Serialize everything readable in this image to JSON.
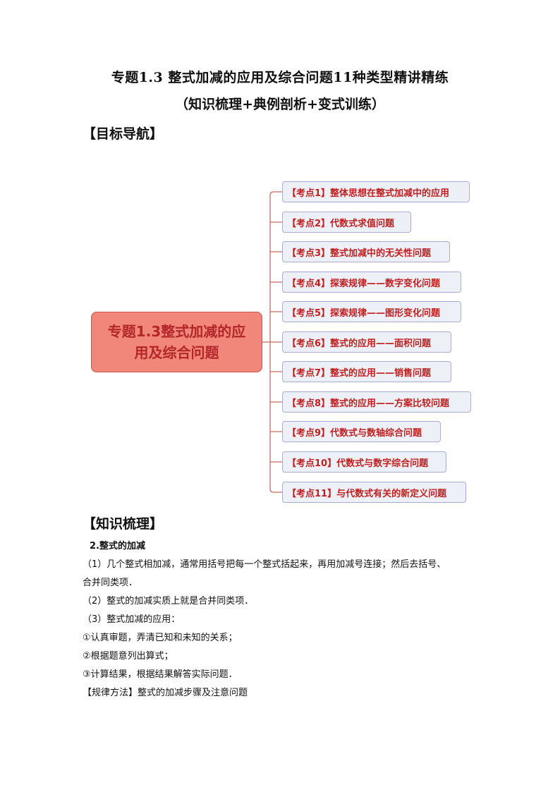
{
  "doc": {
    "title": "专题1.3 整式加减的应用及综合问题11种类型精讲精练",
    "subtitle": "（知识梳理+典例剖析+变式训练）",
    "nav_heading": "【目标导航】",
    "knowledge_heading": "【知识梳理】"
  },
  "mindmap": {
    "center": "专题1.3整式加减的应用及综合问题",
    "branches": [
      "【考点1】整体思想在整式加减中的应用",
      "【考点2】代数式求值问题",
      "【考点3】整式加减中的无关性问题",
      "【考点4】探索规律——数字变化问题",
      "【考点5】探索规律——图形变化问题",
      "【考点6】整式的应用——面积问题",
      "【考点7】整式的应用——销售问题",
      "【考点8】整式的应用——方案比较问题",
      "【考点9】代数式与数轴综合问题",
      "【考点10】代数式与数字综合问题",
      "【考点11】与代数式有关的新定义问题"
    ]
  },
  "knowledge": {
    "heading": "2.整式的加减",
    "line1": "（1）几个整式相加减，通常用括号把每一个整式括起来，再用加减号连接；然后去括号、",
    "line2": "合并同类项．",
    "line3": "（2）整式的加减实质上就是合并同类项．",
    "line4": "（3）整式加减的应用：",
    "line5": "①认真审题，弄清已知和未知的关系；",
    "line6": "②根据题意列出算式；",
    "line7": "③计算结果，根据结果解答实际问题．",
    "method": "【规律方法】整式的加减步骤及注意问题"
  }
}
